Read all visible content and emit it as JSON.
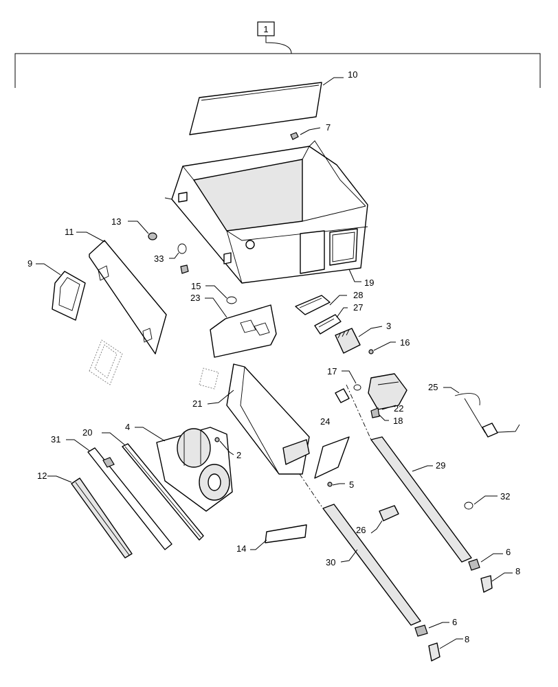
{
  "diagram": {
    "assembly_number": "1",
    "callouts": {
      "n10": "10",
      "n7": "7",
      "n13": "13",
      "n11": "11",
      "n9": "9",
      "n33": "33",
      "n15": "15",
      "n23": "23",
      "n19": "19",
      "n28": "28",
      "n27": "27",
      "n3": "3",
      "n16": "16",
      "n17": "17",
      "n22": "22",
      "n18": "18",
      "n25": "25",
      "n21": "21",
      "n24": "24",
      "n4": "4",
      "n20": "20",
      "n31": "31",
      "n2": "2",
      "n12": "12",
      "n5": "5",
      "n29": "29",
      "n32": "32",
      "n26": "26",
      "n14": "14",
      "n30": "30",
      "n6a": "6",
      "n8a": "8",
      "n6b": "6",
      "n8b": "8"
    }
  }
}
